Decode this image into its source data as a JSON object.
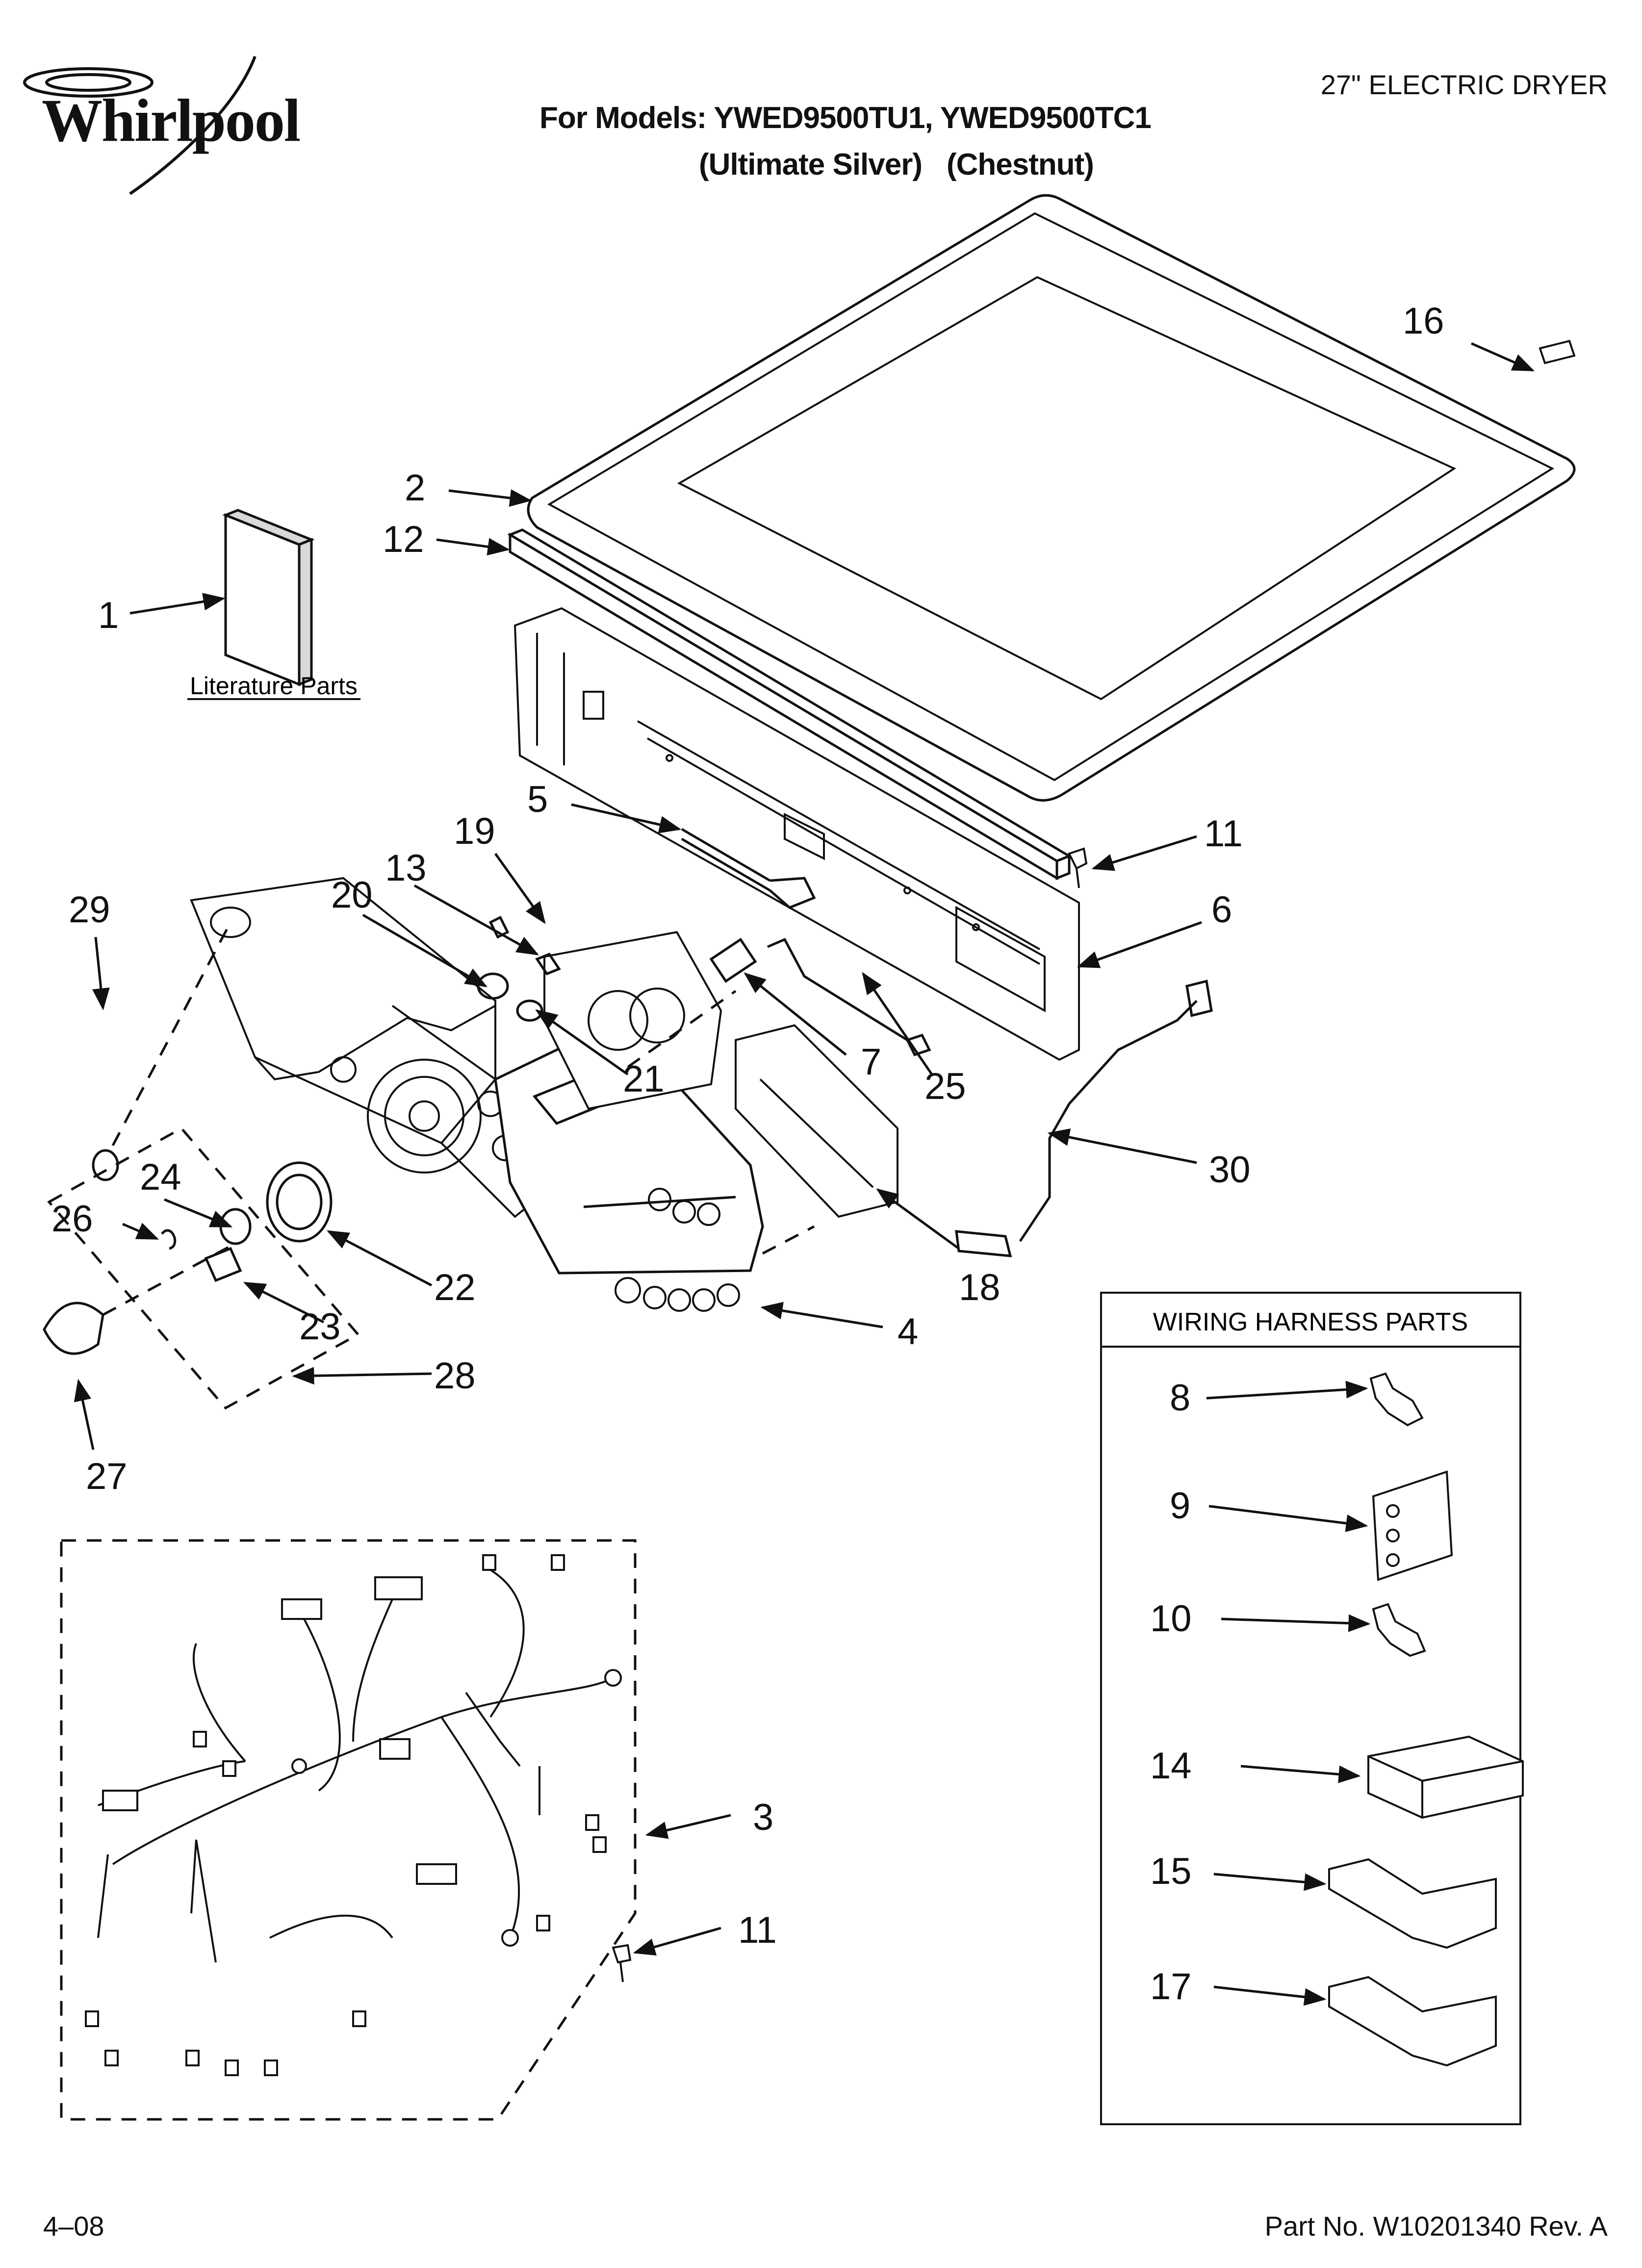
{
  "header": {
    "brand": "Whirlpool",
    "doc_type": "27\" ELECTRIC DRYER",
    "models_line": "For Models: YWED9500TU1, YWED9500TC1",
    "finish_1": "(Ultimate Silver)",
    "finish_2": "(Chestnut)"
  },
  "footer": {
    "date": "4–08",
    "part_number": "Part No. W10201340 Rev. A"
  },
  "labels": {
    "literature": "Literature Parts",
    "harness_box_title": "WIRING HARNESS PARTS"
  },
  "callouts": {
    "c1": "1",
    "c2": "2",
    "c3": "3",
    "c4": "4",
    "c5": "5",
    "c6": "6",
    "c7": "7",
    "c8": "8",
    "c9": "9",
    "c10": "10",
    "c11a": "11",
    "c11b": "11",
    "c12": "12",
    "c13": "13",
    "c14": "14",
    "c15": "15",
    "c16": "16",
    "c17": "17",
    "c18": "18",
    "c19": "19",
    "c20": "20",
    "c21": "21",
    "c22": "22",
    "c23": "23",
    "c24": "24",
    "c25": "25",
    "c26": "26",
    "c27": "27",
    "c28": "28",
    "c29": "29",
    "c30": "30"
  },
  "colors": {
    "ink": "#111111",
    "paper": "#ffffff",
    "shade": "#d9d9d9"
  }
}
